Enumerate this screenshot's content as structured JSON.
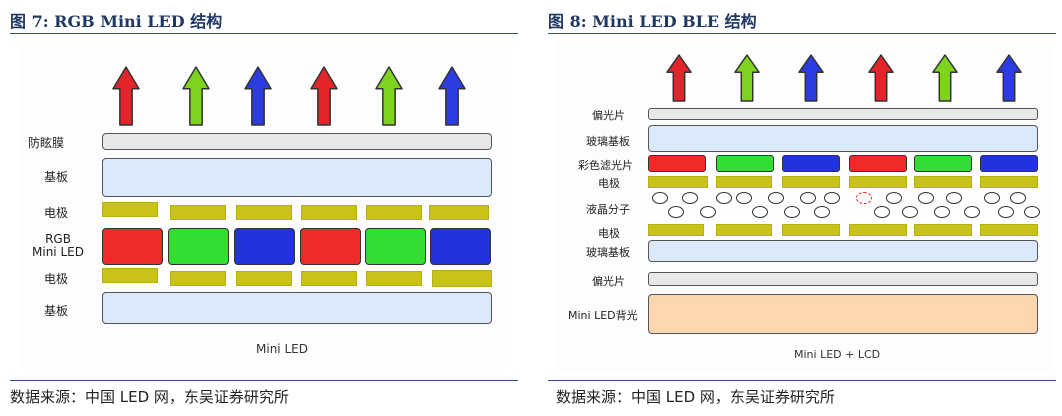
{
  "left_figure": {
    "title": "图 7:  RGB Mini LED 结构",
    "labels": {
      "film": "防眩膜",
      "substrate_top": "基板",
      "electrode_top": "电极",
      "rgb_line1": "RGB",
      "rgb_line2": "Mini LED",
      "electrode_bottom": "电极",
      "substrate_bottom": "基板"
    },
    "caption": "Mini LED",
    "arrow_colors": [
      "#e3242b",
      "#7ed321",
      "#2b3de0",
      "#e3242b",
      "#7ed321",
      "#2b3de0"
    ],
    "pixel_colors": [
      "#ee2a2a",
      "#33dd33",
      "#2233dd",
      "#ee2a2a",
      "#33dd33",
      "#2233dd"
    ],
    "source": "数据来源：中国 LED 网，东吴证券研究所"
  },
  "right_figure": {
    "title": "图 8:  Mini LED BLE 结构",
    "labels": {
      "polarizer_top": "偏光片",
      "glass_top": "玻璃基板",
      "color_filter": "彩色滤光片",
      "electrode_top": "电极",
      "liquid_crystal": "液晶分子",
      "electrode_bottom": "电极",
      "glass_bottom": "玻璃基板",
      "polarizer_bottom": "偏光片",
      "backlight": "Mini LED背光"
    },
    "caption": "Mini LED + LCD",
    "arrow_colors": [
      "#e3242b",
      "#7ed321",
      "#2b3de0",
      "#e3242b",
      "#7ed321",
      "#2b3de0"
    ],
    "filter_colors": [
      "#ee2a2a",
      "#33dd33",
      "#2233dd",
      "#ee2a2a",
      "#33dd33",
      "#2233dd"
    ],
    "source": "数据来源：中国 LED 网，东吴证券研究所"
  }
}
